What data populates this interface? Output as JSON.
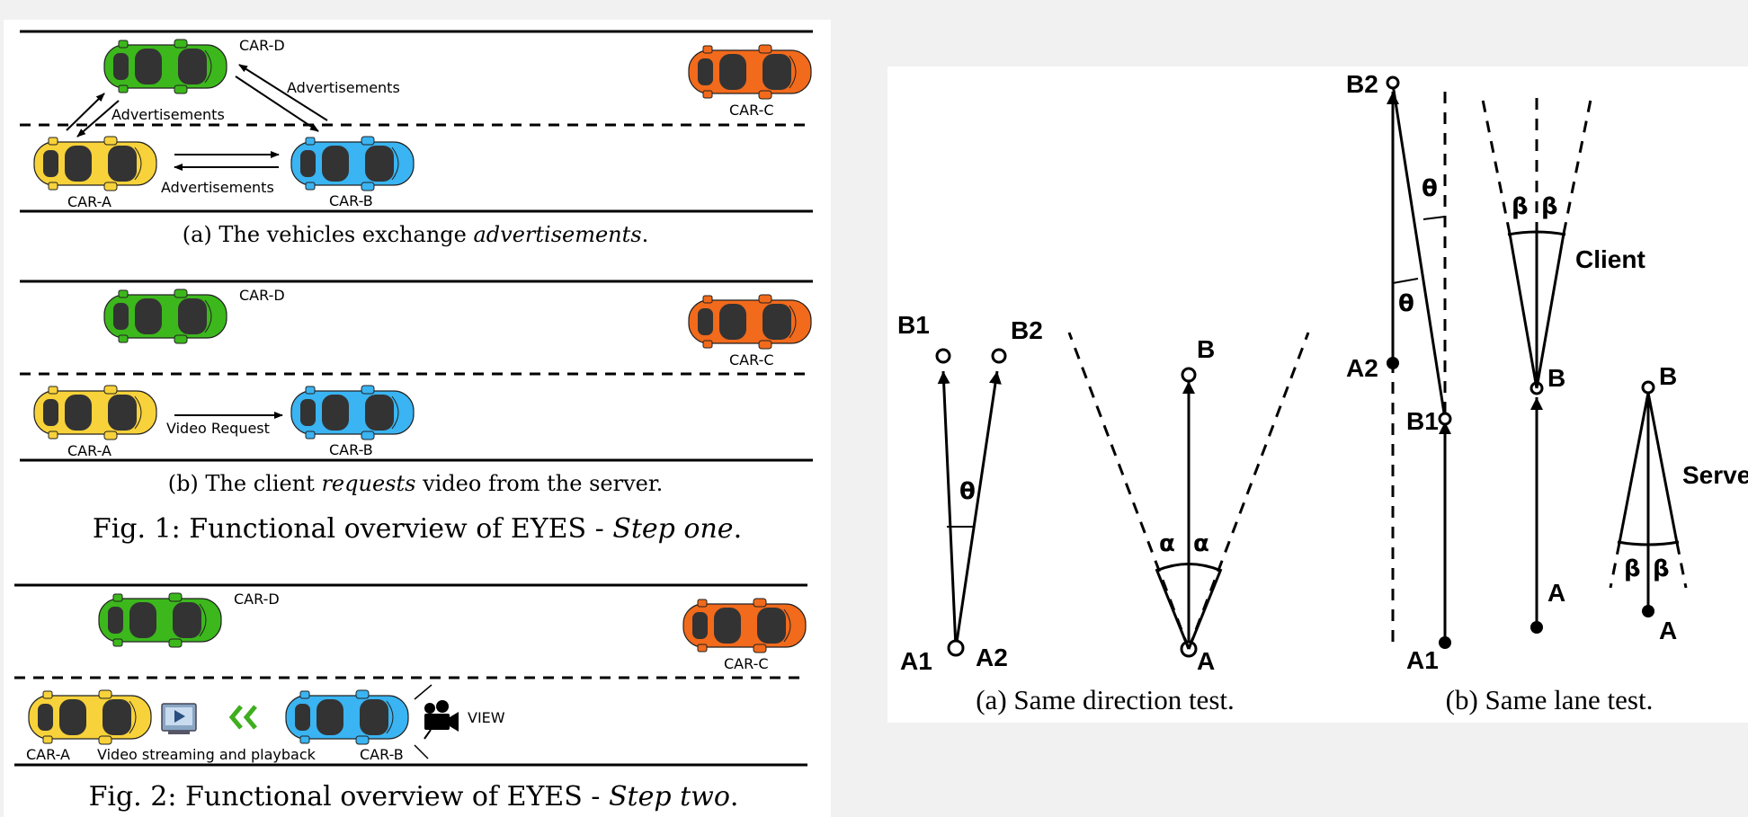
{
  "fig1": {
    "a": {
      "cars": {
        "a": "CAR-A",
        "b": "CAR-B",
        "c": "CAR-C",
        "d": "CAR-D"
      },
      "adv_top": "Advertisements",
      "adv_left": "Advertisements",
      "adv_bottom": "Advertisements",
      "caption_pre": "(a) The vehicles exchange ",
      "caption_em": "advertisements",
      "caption_post": "."
    },
    "b": {
      "cars": {
        "a": "CAR-A",
        "b": "CAR-B",
        "c": "CAR-C",
        "d": "CAR-D"
      },
      "request": "Video Request",
      "caption_pre": "(b) The client ",
      "caption_em": "requests",
      "caption_post": " video from the server."
    },
    "caption_pre": "Fig. 1: Functional overview of EYES - ",
    "caption_em": "Step one",
    "caption_post": "."
  },
  "fig2": {
    "cars": {
      "a": "CAR-A",
      "b": "CAR-B",
      "c": "CAR-C",
      "d": "CAR-D"
    },
    "streaming": "Video streaming and playback",
    "view": "VIEW",
    "caption_pre": "Fig. 2: Functional overview of EYES - ",
    "caption_em": "Step two",
    "caption_post": "."
  },
  "geo": {
    "a": {
      "b1": "B1",
      "b2": "B2",
      "a1": "A1",
      "a2": "A2",
      "theta": "θ",
      "b": "B",
      "a": "A",
      "alpha": "α",
      "caption": "(a) Same direction test."
    },
    "b": {
      "b2": "B2",
      "a2": "A2",
      "b1": "B1",
      "a1": "A1",
      "theta": "θ",
      "beta": "β",
      "client": "Client",
      "server": "Server",
      "b": "B",
      "a": "A",
      "caption": "(b) Same lane test."
    }
  },
  "colors": {
    "car_a": "#f8d23a",
    "car_b": "#3ab4f2",
    "car_c": "#f26a1b",
    "car_d": "#3cb81c",
    "window": "#333333",
    "chevron": "#3fae1f"
  }
}
